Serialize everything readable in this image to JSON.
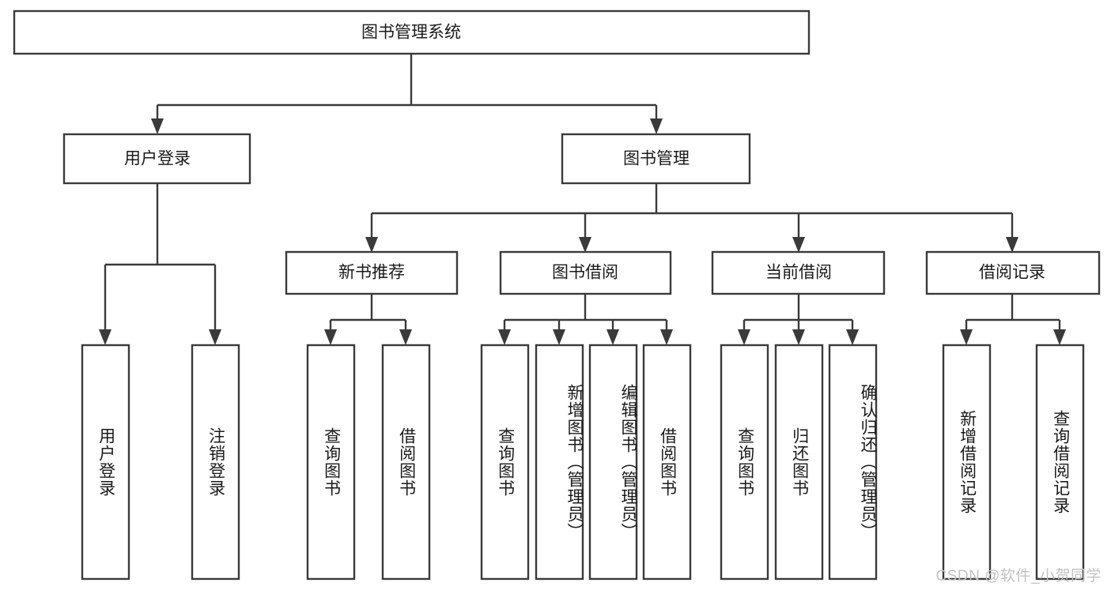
{
  "diagram": {
    "title": "图书管理系统",
    "type": "hierarchy-tree",
    "root": {
      "id": "root",
      "label": "图书管理系统"
    },
    "level2": [
      {
        "id": "user-login",
        "label": "用户登录"
      },
      {
        "id": "book-manage",
        "label": "图书管理"
      }
    ],
    "level3": [
      {
        "id": "new-book-recommend",
        "label": "新书推荐",
        "parent": "book-manage"
      },
      {
        "id": "book-borrow",
        "label": "图书借阅",
        "parent": "book-manage"
      },
      {
        "id": "current-borrow",
        "label": "当前借阅",
        "parent": "book-manage"
      },
      {
        "id": "borrow-record",
        "label": "借阅记录",
        "parent": "book-manage"
      }
    ],
    "leaves": [
      {
        "id": "leaf-user-login",
        "label": "用户登录",
        "parent": "user-login"
      },
      {
        "id": "leaf-logout-login",
        "label": "注销登录",
        "parent": "user-login"
      },
      {
        "id": "leaf-query-book-1",
        "label": "查询图书",
        "parent": "new-book-recommend"
      },
      {
        "id": "leaf-borrow-book-1",
        "label": "借阅图书",
        "parent": "new-book-recommend"
      },
      {
        "id": "leaf-query-book-2",
        "label": "查询图书",
        "parent": "book-borrow"
      },
      {
        "id": "leaf-add-book",
        "label": "新增图书（管理员）",
        "parent": "book-borrow"
      },
      {
        "id": "leaf-edit-book",
        "label": "编辑图书（管理员）",
        "parent": "book-borrow"
      },
      {
        "id": "leaf-borrow-book-2",
        "label": "借阅图书",
        "parent": "book-borrow"
      },
      {
        "id": "leaf-query-book-3",
        "label": "查询图书",
        "parent": "current-borrow"
      },
      {
        "id": "leaf-return-book",
        "label": "归还图书",
        "parent": "current-borrow"
      },
      {
        "id": "leaf-confirm-return",
        "label": "确认归还（管理员）",
        "parent": "current-borrow"
      },
      {
        "id": "leaf-add-record",
        "label": "新增借阅记录",
        "parent": "borrow-record"
      },
      {
        "id": "leaf-query-record",
        "label": "查询借阅记录",
        "parent": "borrow-record"
      }
    ]
  },
  "watermark": {
    "text": "CSDN @软件_小贺同学"
  },
  "colors": {
    "stroke": "#3a3a3a",
    "box_fill": "#ffffff",
    "text": "#1a1a1a",
    "background": "#ffffff",
    "watermark": "#c2c2c2"
  }
}
